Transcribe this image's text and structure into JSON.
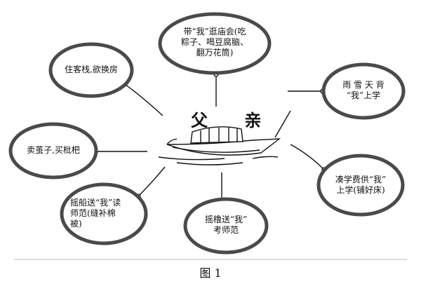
{
  "center": {
    "title": "父 亲"
  },
  "nodes": {
    "top": {
      "lines": [
        "带“我”逛庙会(吃",
        "粽子、喝豆腐脑、",
        "翻万花筒)"
      ]
    },
    "upper_left": {
      "lines": [
        "住客栈,欲换房"
      ]
    },
    "upper_right": {
      "lines": [
        "雨 雪 天 背",
        "“我”上学"
      ]
    },
    "left": {
      "lines": [
        "卖茧子,买枇杷"
      ]
    },
    "lower_left": {
      "lines": [
        "摇船送“我”读",
        "师范(缝补棉",
        "被)"
      ]
    },
    "bottom": {
      "lines": [
        "摇橹送“我”",
        "考师范"
      ]
    },
    "lower_right": {
      "lines": [
        "凑学费供“我”",
        "上学(铺好床)"
      ]
    }
  },
  "caption": "图 1"
}
